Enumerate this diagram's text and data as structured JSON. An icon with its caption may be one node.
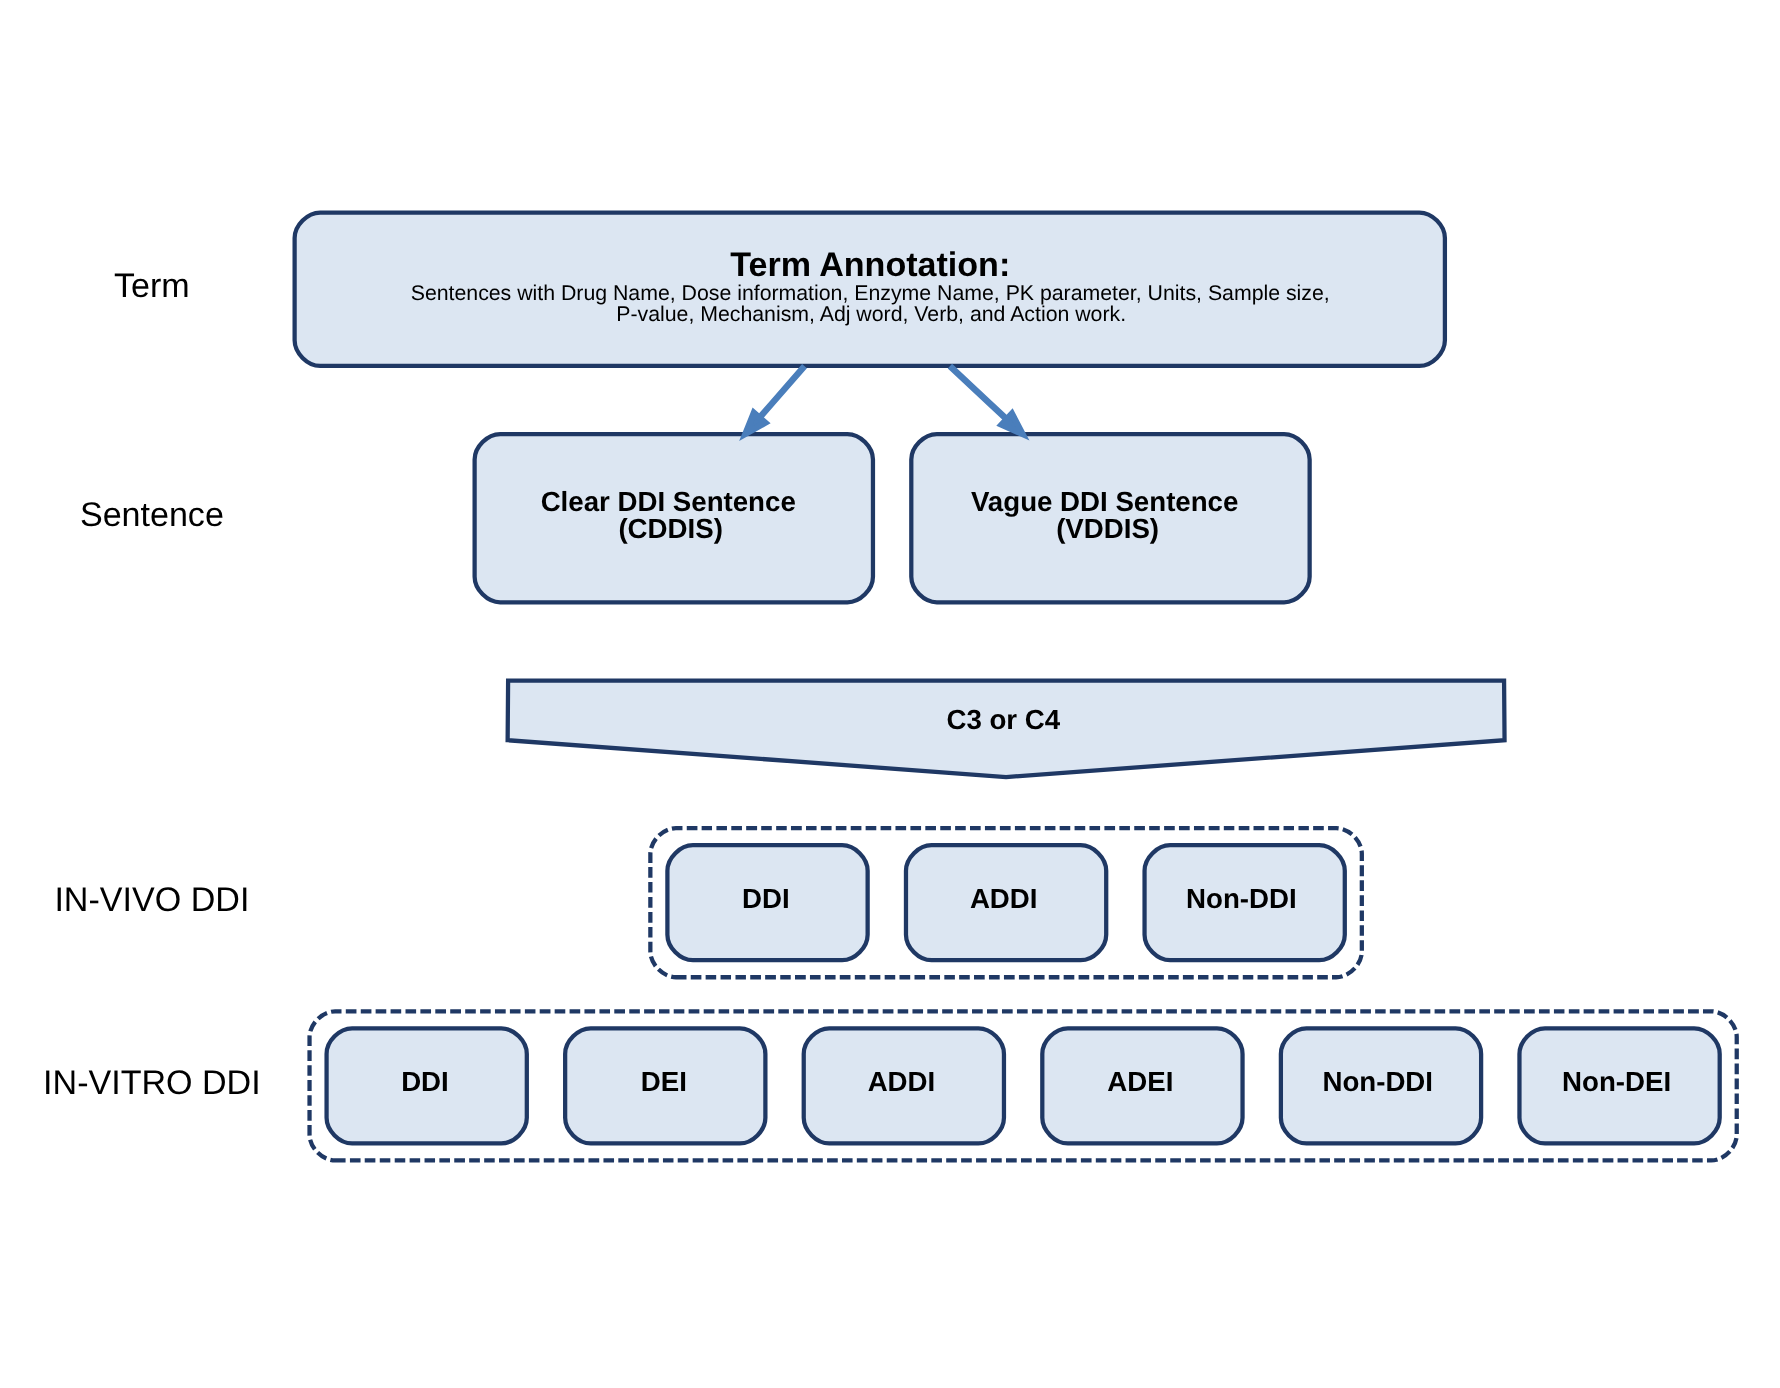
{
  "diagram": {
    "nodes": [
      {
        "text": [
          "Term Annotation:",
          "Sentences with Drug Name, Dose information, Enzyme Name, PK parameter, Units, Sample size, P-value, Mechanism, Adj word, Verb, and Action work."
        ]
      },
      {
        "text": [
          "Clear DDI Sentence (CDDIS)"
        ]
      },
      {
        "text": [
          "Vague DDI Sentence (VDDIS)"
        ]
      },
      {
        "text": [
          "C3 or C4"
        ]
      },
      {
        "text": [],
        "shape": "box"
      },
      {
        "text": [
          "DDI"
        ],
        "in": 4
      },
      {
        "text": [
          "ADDI"
        ],
        "in": 4
      },
      {
        "text": [
          "Non-DDI"
        ],
        "in": 4
      },
      {
        "text": [],
        "shape": "box"
      },
      {
        "text": [
          "DDI"
        ],
        "in": 8
      },
      {
        "text": [
          "DEI"
        ],
        "in": 8
      },
      {
        "text": [
          "ADDI"
        ],
        "in": 8
      },
      {
        "text": [
          "ADEI"
        ],
        "in": 8
      },
      {
        "text": [
          "Non-DDI"
        ],
        "in": 8
      },
      {
        "text": [
          "Non-DEI"
        ],
        "in": 8
      }
    ],
    "edges": [
      {
        "from": 0,
        "to": 1,
        "arrow": "to"
      },
      {
        "from": 0,
        "to": 2,
        "arrow": "to"
      }
    ],
    "labels": [
      "Term",
      "Sentence",
      "IN-VIVO DDI",
      "IN-VITRO DDI"
    ]
  }
}
